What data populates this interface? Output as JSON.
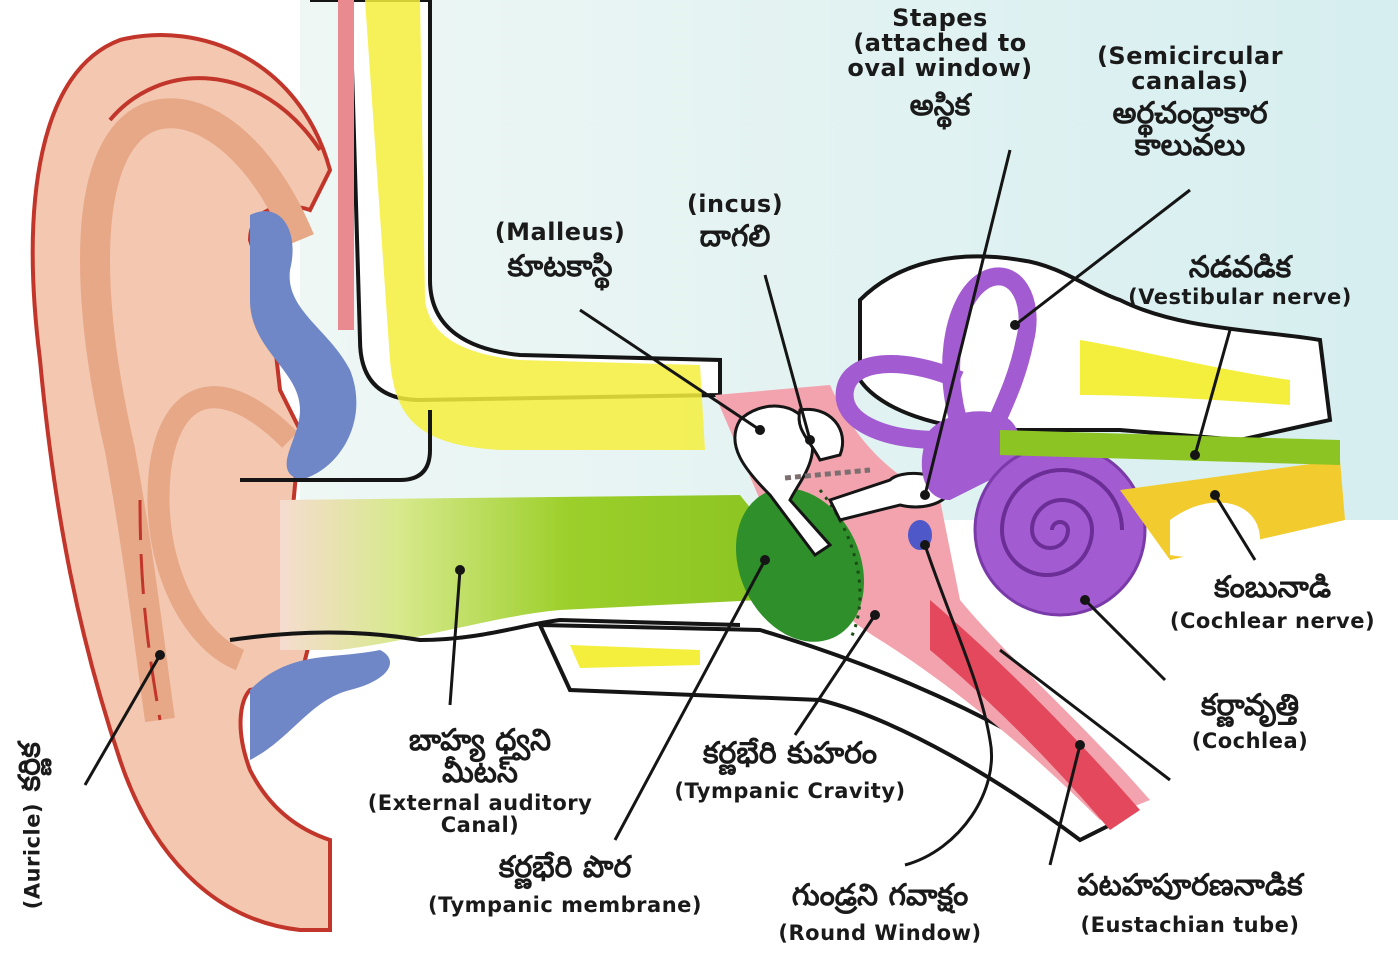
{
  "labels": {
    "stapes": {
      "en": "Stapes\n(attached to\noval window)",
      "te": "అస్థిక"
    },
    "semicircular": {
      "en": "(Semicircular\ncanalas)",
      "te": "అర్థచంద్రాకార\nకాలువలు"
    },
    "incus": {
      "en": "(incus)",
      "te": "దాగలి"
    },
    "malleus": {
      "en": "(Malleus)",
      "te": "కూటకాస్థి"
    },
    "vestibular": {
      "te": "నడవడిక",
      "en": "(Vestibular nerve)"
    },
    "cochlear_nerve": {
      "te": "కంబునాడి",
      "en": "(Cochlear nerve)"
    },
    "cochlea": {
      "te": "కర్ణావృత్తి",
      "en": "(Cochlea)"
    },
    "external_canal": {
      "te": "బాహ్య ధ్వని\nమీటస్",
      "en": "(External auditory\nCanal)"
    },
    "tympanic_cavity": {
      "te": "కర్ణభేరి కుహరం",
      "en": "(Tympanic Cravity)"
    },
    "tympanic_membrane": {
      "te": "కర్ణభేరి పొర",
      "en": "(Tympanic membrane)"
    },
    "round_window": {
      "te": "గుండ్రని గవాక్షం",
      "en": "(Round Window)"
    },
    "eustachian": {
      "te": "పటహపూరణనాడిక",
      "en": "(Eustachian tube)"
    },
    "auricle": {
      "en": "(Auricle)",
      "te": "కర్ణిక"
    }
  },
  "colors": {
    "skin": "#f3c7b0",
    "skin_dark": "#e7a887",
    "outline": "#c2352a",
    "bone_yellow": "#f4ef3c",
    "canal_green": "#9ccf2a",
    "membrane_green": "#2f8f2a",
    "inner_purple": "#a25bd0",
    "cavity_pink": "#f2a3ae",
    "tube_red": "#e3485c",
    "wax_blue": "#6f86c7",
    "sky": "#dff1ef",
    "nerve_yellow": "#f2cc2f"
  }
}
